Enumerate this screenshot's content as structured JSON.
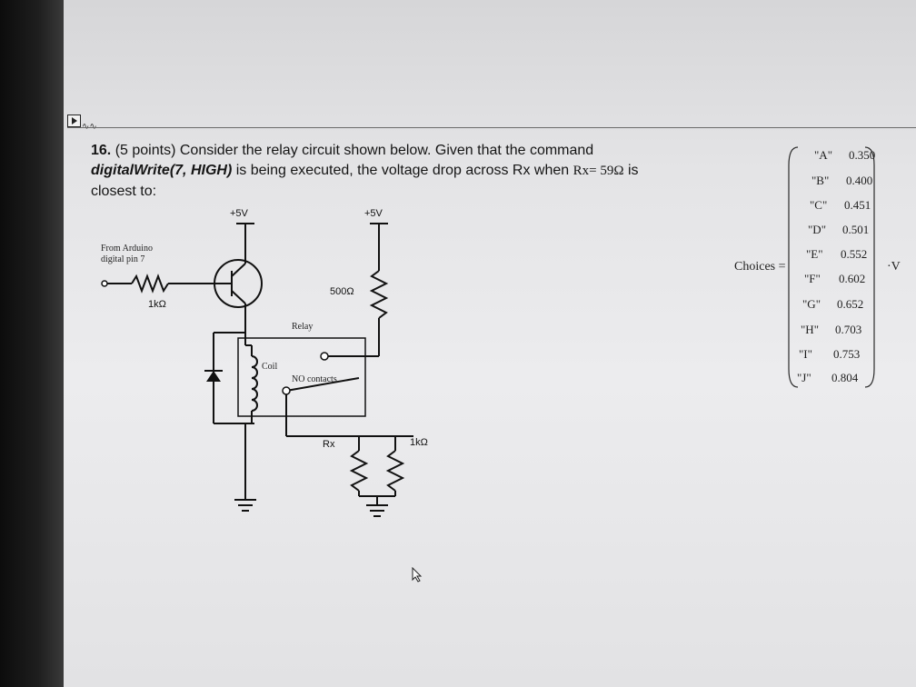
{
  "question": {
    "number": "16.",
    "points": "(5 points)",
    "line1_rest": "Consider the relay circuit shown below. Given that the command",
    "command": "digitalWrite(7, HIGH)",
    "line2_rest": "is being executed, the voltage drop across Rx when",
    "rx_expr": "Rx= 59Ω",
    "line2_tail": "is",
    "line3": "closest to:"
  },
  "answer": {
    "choices_label": "Choices =",
    "unit": "·V",
    "options": [
      {
        "key": "\"A\"",
        "value": "0.350"
      },
      {
        "key": "\"B\"",
        "value": "0.400"
      },
      {
        "key": "\"C\"",
        "value": "0.451"
      },
      {
        "key": "\"D\"",
        "value": "0.501"
      },
      {
        "key": "\"E\"",
        "value": "0.552"
      },
      {
        "key": "\"F\"",
        "value": "0.602"
      },
      {
        "key": "\"G\"",
        "value": "0.652"
      },
      {
        "key": "\"H\"",
        "value": "0.703"
      },
      {
        "key": "\"I\"",
        "value": "0.753"
      },
      {
        "key": "\"J\"",
        "value": "0.804"
      }
    ]
  },
  "circuit": {
    "supply_left": "+5V",
    "supply_right": "+5V",
    "input_label_1": "From Arduino",
    "input_label_2": "digital pin 7",
    "base_resistor": "1kΩ",
    "collector_resistor": "500Ω",
    "relay_label": "Relay",
    "coil_label": "Coil",
    "contacts_label": "NO contacts",
    "rx_label": "Rx",
    "load_resistor": "1kΩ"
  },
  "colors": {
    "ink": "#151515",
    "screen_background": "#e6e6e8"
  }
}
